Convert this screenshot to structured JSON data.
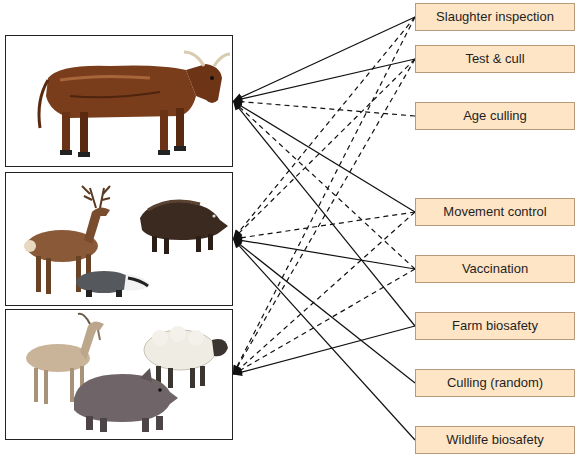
{
  "diagram": {
    "nodes": [
      {
        "text": []
      },
      {
        "text": []
      },
      {
        "text": []
      },
      {
        "text": [
          "Slaughter inspection"
        ]
      },
      {
        "text": [
          "Test & cull"
        ]
      },
      {
        "text": [
          "Age culling"
        ]
      },
      {
        "text": [
          "Movement control"
        ]
      },
      {
        "text": [
          "Vaccination"
        ]
      },
      {
        "text": [
          "Farm biosafety"
        ]
      },
      {
        "text": [
          "Culling (random)"
        ]
      },
      {
        "text": [
          "Wildlife biosafety"
        ]
      }
    ],
    "edges": [
      {
        "from": 3,
        "to": 0,
        "arrow": "to"
      },
      {
        "from": 4,
        "to": 0,
        "arrow": "to"
      },
      {
        "from": 5,
        "to": 0,
        "arrow": "to"
      },
      {
        "from": 6,
        "to": 0,
        "arrow": "to"
      },
      {
        "from": 7,
        "to": 0,
        "arrow": "to"
      },
      {
        "from": 8,
        "to": 0,
        "arrow": "to"
      },
      {
        "from": 3,
        "to": 1,
        "arrow": "to"
      },
      {
        "from": 4,
        "to": 1,
        "arrow": "to"
      },
      {
        "from": 6,
        "to": 1,
        "arrow": "to"
      },
      {
        "from": 7,
        "to": 1,
        "arrow": "to"
      },
      {
        "from": 9,
        "to": 1,
        "arrow": "to"
      },
      {
        "from": 10,
        "to": 1,
        "arrow": "to"
      },
      {
        "from": 3,
        "to": 2,
        "arrow": "to"
      },
      {
        "from": 4,
        "to": 2,
        "arrow": "to"
      },
      {
        "from": 6,
        "to": 2,
        "arrow": "to"
      },
      {
        "from": 7,
        "to": 2,
        "arrow": "to"
      },
      {
        "from": 8,
        "to": 2,
        "arrow": "to"
      }
    ]
  }
}
